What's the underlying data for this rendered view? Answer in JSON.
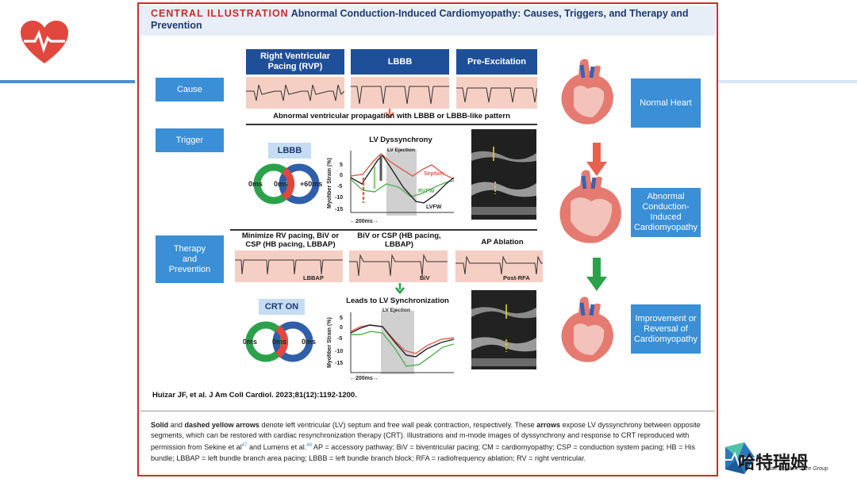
{
  "colors": {
    "accent_red": "#d12a2a",
    "navy": "#1f4f98",
    "blue": "#3a8fd6",
    "ecg_bg": "#f6cfc4",
    "green": "#2ba24a"
  },
  "header": {
    "lead": "CENTRAL ILLUSTRATION",
    "title": " Abnormal Conduction-Induced Cardiomyopathy: Causes, Triggers, and Therapy and Prevention"
  },
  "rows": {
    "cause": "Cause",
    "trigger": "Trigger",
    "therapy": "Therapy and Prevention"
  },
  "causes": [
    {
      "label": "Right Ventricular Pacing (RVP)"
    },
    {
      "label": "LBBB"
    },
    {
      "label": "Pre-Excitation"
    }
  ],
  "propagation_label": "Abnormal ventricular propagation with LBBB or LBBB-like pattern",
  "lbbb_box": "LBBB",
  "crt_box": "CRT ON",
  "rings_top": {
    "left": "0ms",
    "mid": "0ms",
    "right": "+60ms"
  },
  "rings_bottom": {
    "left": "0ms",
    "mid": "0ms",
    "right": "0ms"
  },
  "dyssync": {
    "title": "LV Dyssynchrony",
    "ejection": "LV Ejection",
    "ylabel": "Myofiber Strain (%)",
    "ticks": [
      "5",
      "0",
      "-5",
      "-10",
      "-15"
    ],
    "scale": "←200ms→",
    "septum": "Septum",
    "rvfw": "RVFW",
    "lvfw": "LVFW"
  },
  "sync": {
    "title": "Leads to LV Synchronization",
    "ejection": "LV Ejection",
    "ylabel": "Myofiber Strain (%)",
    "ticks": [
      "5",
      "0",
      "-5",
      "-10",
      "-15"
    ],
    "scale": "←200ms→"
  },
  "therapies": [
    {
      "title": "Minimize RV pacing, BiV or CSP (HB pacing, LBBAP)",
      "tag": "LBBAP"
    },
    {
      "title": "BiV or CSP (HB pacing, LBBAP)",
      "tag": "BiV"
    },
    {
      "title": "AP Ablation",
      "tag": "Post-RFA"
    }
  ],
  "stages": [
    {
      "label": "Normal Heart"
    },
    {
      "label": "Abnormal Conduction-Induced Cardiomyopathy"
    },
    {
      "label": "Improvement or Reversal of Cardiomyopathy"
    }
  ],
  "citation": "Huizar JF, et al. J Am Coll Cardiol. 2023;81(12):1192-1200.",
  "caption": {
    "w1": "Solid",
    "t1": " and ",
    "w2": "dashed yellow arrows",
    "t2": " denote left ventricular (LV) septum and free wall peak contraction, respectively. These ",
    "w3": "arrows",
    "t3": " expose LV dyssynchrony between opposite segments, which can be restored with cardiac resynchronization therapy (CRT). Illustrations and m-mode images of dyssynchrony and response to CRT reproduced with permission from Sekine et al",
    "sup1": "47",
    "t4": " and Lumens et al.",
    "sup2": "48",
    "t5": " AP = accessory pathway; BiV = biventricular pacing; CM = cardiomyopathy; CSP = conduction system pacing; HB = His bundle; LBBAP = left bundle branch area pacing; LBBB = left bundle branch block; RFA = radiofrequency ablation; RV = right ventricular."
  },
  "brand": {
    "name": "哈特瑞姆",
    "sub": "Heart Rhythm Care Group"
  }
}
